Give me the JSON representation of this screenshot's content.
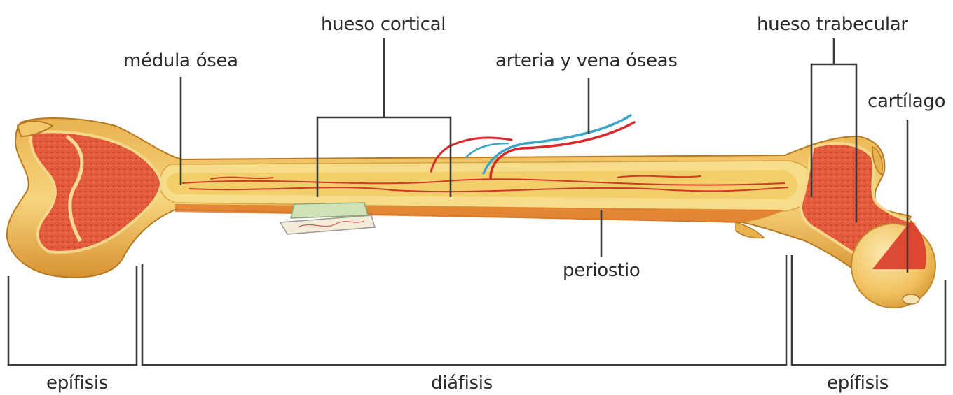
{
  "labels": {
    "hueso_cortical": "hueso cortical",
    "medula_osea": "médula ósea",
    "arteria_vena": "arteria y vena óseas",
    "hueso_trabecular": "hueso trabecular",
    "cartilago": "cartílago",
    "periostio": "periostio",
    "epifisis_left": "epífisis",
    "diafisis": "diáfisis",
    "epifisis_right": "epífisis"
  },
  "colors": {
    "bone_outer": "#f2c76a",
    "bone_cortex": "#f7dc8c",
    "marrow_red": "#e2553a",
    "artery": "#d92b2b",
    "vein": "#3aa7c9",
    "periosteum": "#e07a2a",
    "cartilage": "#f5d78a",
    "leader_line": "#3a3a3a"
  }
}
